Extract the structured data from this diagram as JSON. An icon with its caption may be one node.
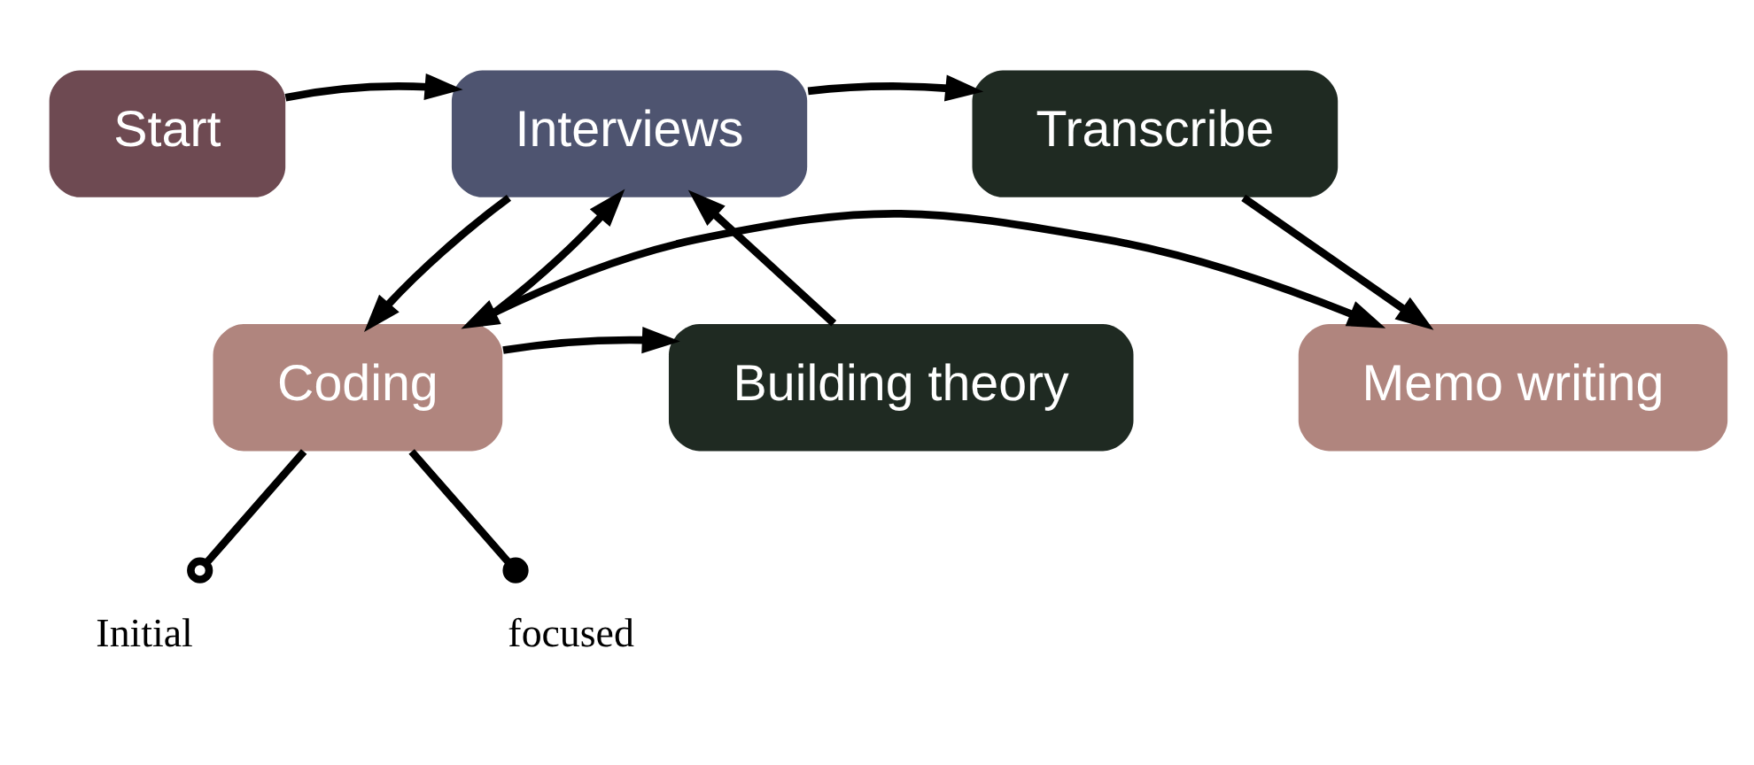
{
  "diagram": {
    "nodes": [
      {
        "text": [
          "Start"
        ]
      },
      {
        "text": [
          "Interviews"
        ]
      },
      {
        "text": [
          "Transcribe"
        ]
      },
      {
        "text": [
          "Building theory"
        ]
      },
      {
        "text": [
          "Coding"
        ]
      },
      {
        "text": [
          "Memo writing"
        ]
      },
      {
        "text": [
          "Initial"
        ]
      },
      {
        "text": [
          "focused"
        ]
      }
    ],
    "edges": [
      {
        "from": 0,
        "to": 1,
        "arrow": "to"
      },
      {
        "from": 1,
        "to": 2,
        "arrow": "to"
      },
      {
        "from": 2,
        "to": 5,
        "arrow": "to"
      },
      {
        "from": 3,
        "to": 1,
        "arrow": "to"
      },
      {
        "from": 1,
        "to": 4,
        "arrow": "to"
      },
      {
        "from": 4,
        "to": 1,
        "arrow": "to"
      },
      {
        "from": 4,
        "to": 3,
        "arrow": "to"
      },
      {
        "from": 4,
        "to": 5,
        "arrow": "both"
      },
      {
        "from": 4,
        "to": 6,
        "arrow": "other"
      },
      {
        "from": 4,
        "to": 7,
        "arrow": "other"
      }
    ]
  }
}
